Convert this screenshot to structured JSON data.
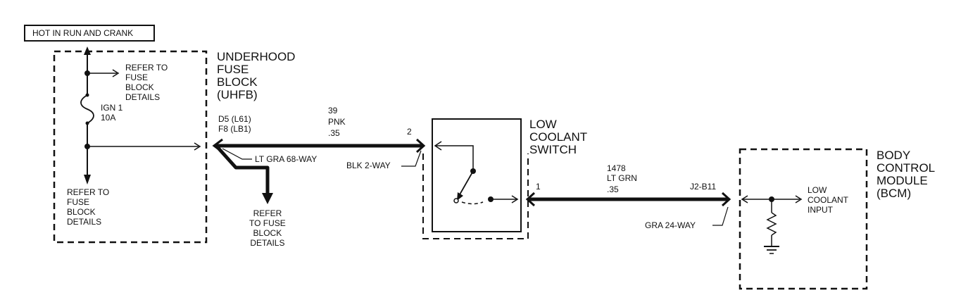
{
  "header_tag": "HOT IN RUN AND CRANK",
  "uhfb": {
    "title": "UNDERHOOD\nFUSE\nBLOCK\n(UHFB)",
    "refer_top": "REFER TO\nFUSE\nBLOCK\nDETAILS",
    "refer_bottom": "REFER TO\nFUSE\nBLOCK\nDETAILS",
    "fuse_label": "IGN 1\n10A",
    "terminal": "D5 (L61)\nF8 (LB1)",
    "connector": "LT GRA 68-WAY",
    "refer_splice": "REFER\nTO FUSE\nBLOCK\nDETAILS"
  },
  "wire_a": {
    "circuit": "39",
    "color": "PNK",
    "gauge": ".35"
  },
  "switch": {
    "title": "LOW\nCOOLANT\nSWITCH",
    "pin_in": "2",
    "pin_out": "1",
    "connector": "BLK 2-WAY"
  },
  "wire_b": {
    "circuit": "1478",
    "color": "LT GRN",
    "gauge": ".35"
  },
  "bcm": {
    "title": "BODY\nCONTROL\nMODULE\n(BCM)",
    "pin": "J2-B11",
    "connector": "GRA 24-WAY",
    "input_label": "LOW\nCOOLANT\nINPUT"
  },
  "colors": {
    "ink": "#111111",
    "background": "#ffffff"
  }
}
